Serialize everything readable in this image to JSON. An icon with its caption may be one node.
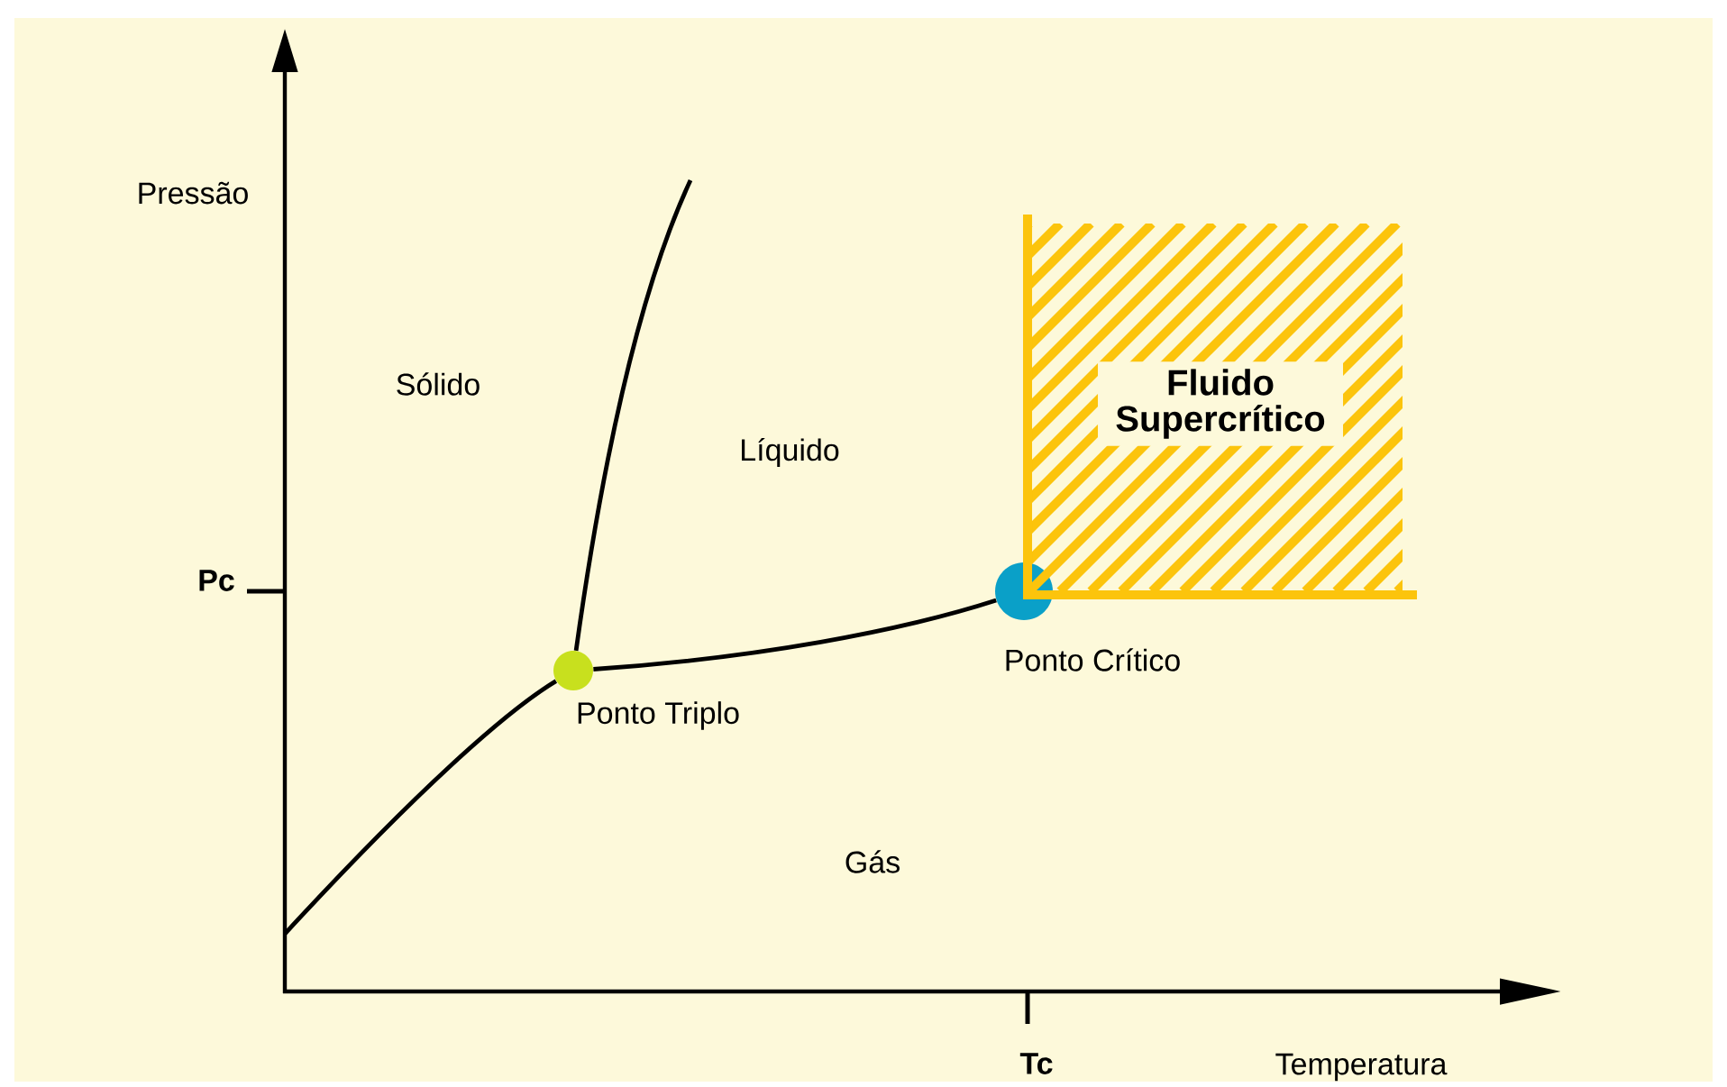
{
  "diagram": {
    "nodes": [
      {
        "text": [],
        "shape": "circle",
        "beside": [
          "Ponto Triplo"
        ]
      },
      {
        "text": [],
        "shape": "circle",
        "beside": [
          "Ponto Crítico"
        ]
      },
      {
        "text": [
          "Fluido Supercrítico"
        ]
      }
    ],
    "edges": [
      {
        "from": null,
        "to": 0,
        "arrow": "none"
      },
      {
        "from": 0,
        "to": null,
        "arrow": "none"
      },
      {
        "from": 0,
        "to": 1,
        "arrow": "none"
      }
    ],
    "labels": [
      "Pressão",
      "Sólido",
      "Líquido",
      "Pc",
      "Gás",
      "Tc",
      "Temperatura"
    ]
  }
}
